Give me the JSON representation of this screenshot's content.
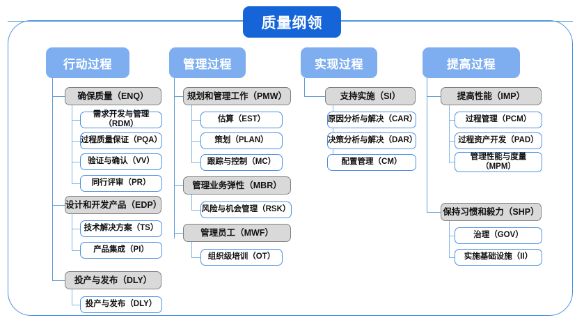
{
  "title": "质量纲领",
  "columns": [
    {
      "header": "行动过程",
      "groups": [
        {
          "label": "确保质量（ENQ）",
          "items": [
            "需求开发与管理（RDM）",
            "过程质量保证（PQA）",
            "验证与确认（VV）",
            "同行评审（PR）"
          ]
        },
        {
          "label": "设计和开发产品（EDP）",
          "items": [
            "技术解决方案（TS）",
            "产品集成（PI）"
          ]
        },
        {
          "label": "投产与发布（DLY）",
          "items": [
            "投产与发布（DLY）"
          ]
        }
      ]
    },
    {
      "header": "管理过程",
      "groups": [
        {
          "label": "规划和管理工作（PMW）",
          "items": [
            "估算（EST）",
            "策划（PLAN）",
            "跟踪与控制（MC）"
          ]
        },
        {
          "label": "管理业务弹性（MBR）",
          "items": [
            "风险与机会管理（RSK）"
          ]
        },
        {
          "label": "管理员工（MWF）",
          "items": [
            "组织级培训（OT）"
          ]
        }
      ]
    },
    {
      "header": "实现过程",
      "groups": [
        {
          "label": "支持实施（SI）",
          "items": [
            "原因分析与解决（CAR）",
            "决策分析与解决（DAR）",
            "配置管理（CM）"
          ]
        }
      ]
    },
    {
      "header": "提高过程",
      "groups": [
        {
          "label": "提高性能（IMP）",
          "items": [
            "过程管理（PCM）",
            "过程资产开发（PAD）",
            "管理性能与度量\n（MPM）"
          ]
        },
        {
          "label": "保持习惯和毅力（SHP）",
          "items": [
            "治理（GOV）",
            "实施基础设施（II）"
          ]
        }
      ]
    }
  ],
  "colors": {
    "title_fill": "#1565d8",
    "header_fill": "#7eaef0",
    "level2_fill": "#d9d9d9",
    "level2_border": "#7f7f7f",
    "level3_border": "#4a90e2",
    "frame_border": "#4a90e2",
    "connector": "#5b9bd5"
  }
}
